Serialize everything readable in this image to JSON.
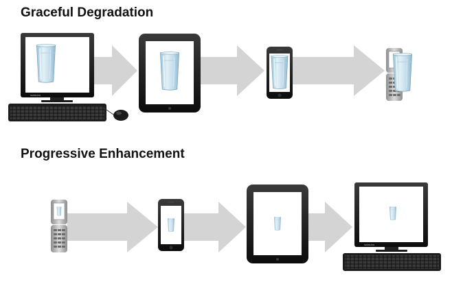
{
  "sections": {
    "graceful": {
      "title": "Graceful Degradation"
    },
    "progressive": {
      "title": "Progressive Enhancement"
    }
  },
  "monitor_brand": "SAMSUNG",
  "colors": {
    "arrow": "#d4d4d4",
    "device_body": "#141414",
    "screen": "#ffffff",
    "glass_water": "#b9d7e6",
    "keyboard": "#1c1c1c",
    "flip_phone_body": "#b5b5b5"
  },
  "diagrams": [
    {
      "id": "graceful",
      "sequence": [
        "desktop-computer",
        "tablet",
        "smartphone",
        "flip-phone"
      ]
    },
    {
      "id": "progressive",
      "sequence": [
        "flip-phone",
        "smartphone",
        "tablet",
        "desktop-computer"
      ]
    }
  ]
}
